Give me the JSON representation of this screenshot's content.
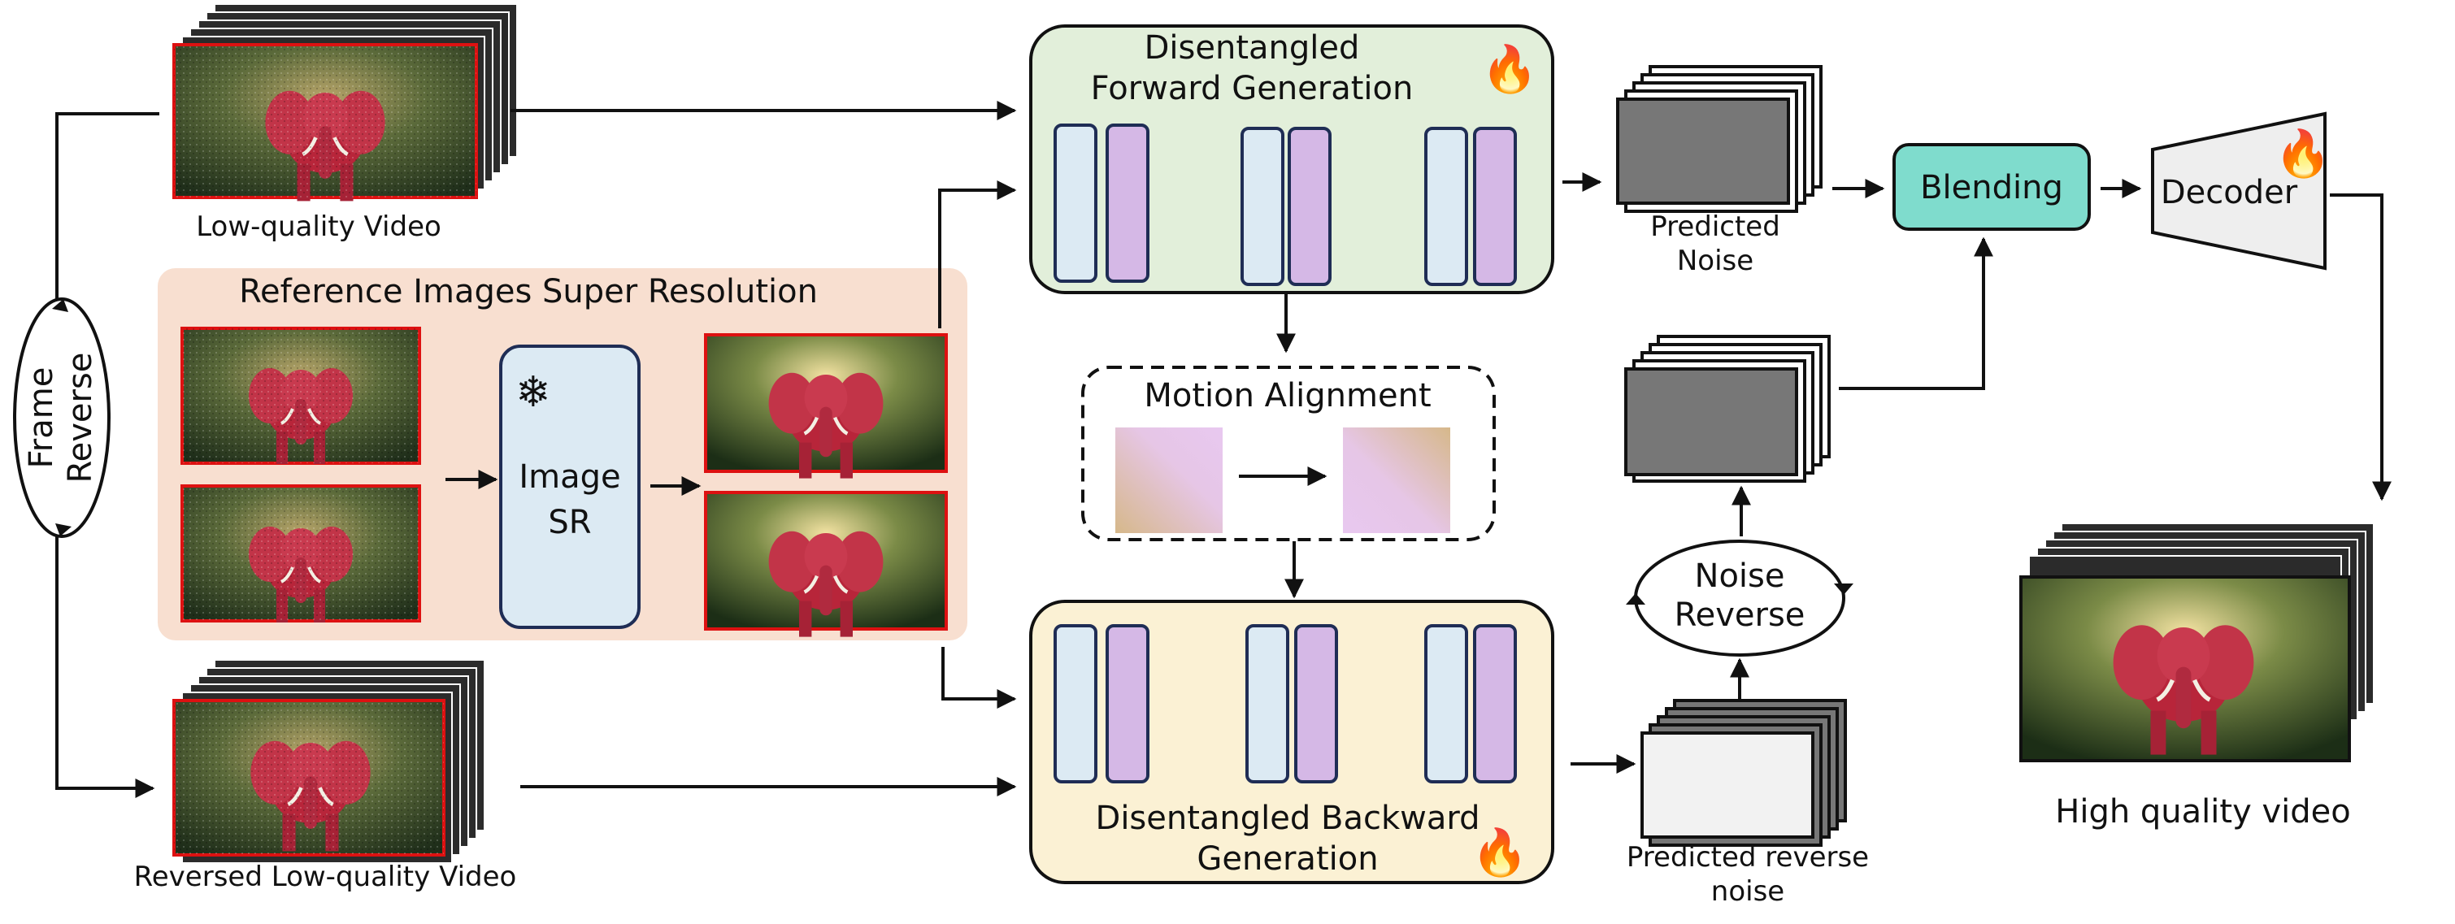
{
  "input": {
    "low_quality_video": "Low-quality Video",
    "reversed_video": "Reversed Low-quality Video",
    "frame_reverse": [
      "Frame",
      "Reverse"
    ]
  },
  "reference_sr": {
    "title": "Reference Images Super Resolution",
    "image_sr": [
      "Image",
      "SR"
    ],
    "snowflake_icon": "snowflake-icon"
  },
  "forward": {
    "title_line1": "Disentangled",
    "title_line2": "Forward Generation",
    "fire_icon": "fire-icon"
  },
  "backward": {
    "title_line1": "Disentangled Backward",
    "title_line2": "Generation",
    "fire_icon": "fire-icon"
  },
  "motion": {
    "title": "Motion Alignment"
  },
  "noise": {
    "predicted_line1": "Predicted",
    "predicted_line2": "Noise",
    "reverse_pred_line1": "Predicted reverse",
    "reverse_pred_line2": "noise",
    "noise_reverse_line1": "Noise",
    "noise_reverse_line2": "Reverse"
  },
  "blending": {
    "label": "Blending"
  },
  "decoder": {
    "label": "Decoder",
    "fire_icon": "fire-icon"
  },
  "output": {
    "label": "High quality video"
  },
  "colors": {
    "forward_bg": "#e2efda",
    "backward_bg": "#fbf1d4",
    "sr_bg": "#f8dfd0",
    "block_light": "#dceaf3",
    "block_purple": "#d5b8e6",
    "blending": "#7fdccd",
    "noise_dark": "#777777"
  }
}
